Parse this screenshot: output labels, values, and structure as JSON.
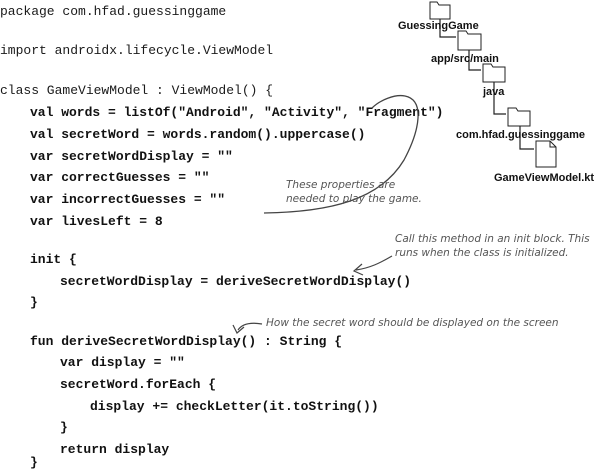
{
  "code": {
    "lines": [
      "package com.hfad.guessinggame",
      "import androidx.lifecycle.ViewModel",
      "class GameViewModel : ViewModel() {",
      "val words = listOf(\"Android\", \"Activity\", \"Fragment\")",
      "val secretWord = words.random().uppercase()",
      "var secretWordDisplay = \"\"",
      "var correctGuesses = \"\"",
      "var incorrectGuesses = \"\"",
      "var livesLeft = 8",
      "init {",
      "secretWordDisplay = deriveSecretWordDisplay()",
      "}",
      "fun deriveSecretWordDisplay() : String {",
      "var display = \"\"",
      "secretWord.forEach {",
      "display += checkLetter(it.toString())",
      "}",
      "return display",
      "}"
    ]
  },
  "file_tree": {
    "folders": [
      "GuessingGame",
      "app/src/main",
      "java",
      "com.hfad.guessinggame"
    ],
    "file": "GameViewModel.kt"
  },
  "annotations": {
    "properties_note": "These properties are\nneeded to play the game.",
    "init_note": "Call this method in an init block. This\nruns when the class is initialized.",
    "display_note": "How the secret word should be displayed on the screen"
  }
}
